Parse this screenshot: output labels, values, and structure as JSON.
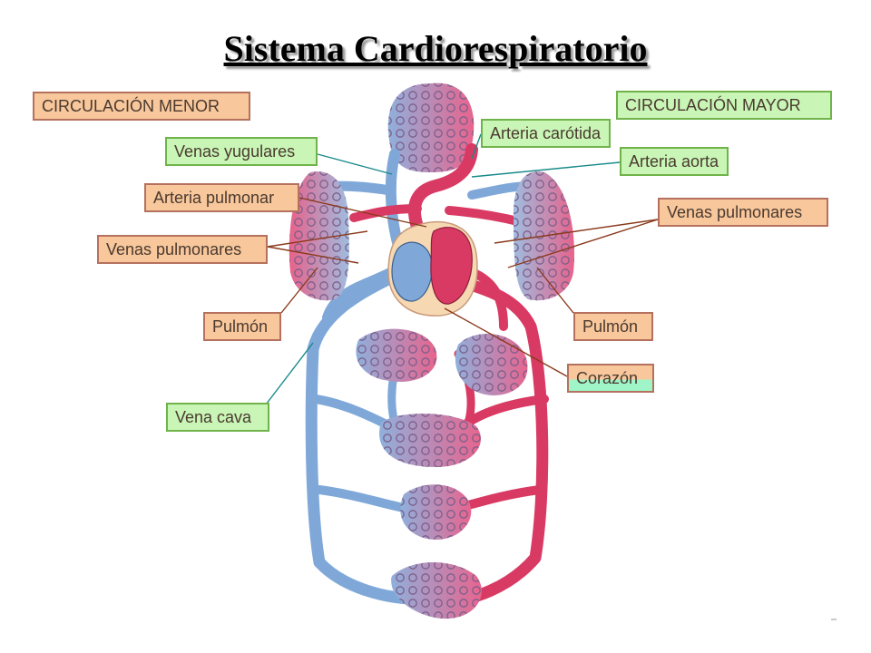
{
  "title": "Sistema Cardiorespiratorio",
  "colors": {
    "arterial_red": "#d93a63",
    "venous_blue": "#7fa8d8",
    "label_orange": "#f8c79b",
    "label_green": "#c9f5b6",
    "leader_brown": "#8a3a1c",
    "leader_teal": "#1a8a8a"
  },
  "labels": {
    "circulacion_menor": "CIRCULACIÓN MENOR",
    "circulacion_mayor": "CIRCULACIÓN MAYOR",
    "venas_yugulares": "Venas yugulares",
    "arteria_carotida": "Arteria carótida",
    "arteria_aorta": "Arteria aorta",
    "arteria_pulmonar": "Arteria pulmonar",
    "venas_pulmonares_left": "Venas pulmonares",
    "venas_pulmonares_right": "Venas pulmonares",
    "pulmon_left": "Pulmón",
    "pulmon_right": "Pulmón",
    "corazon": "Corazón",
    "vena_cava": "Vena cava"
  }
}
